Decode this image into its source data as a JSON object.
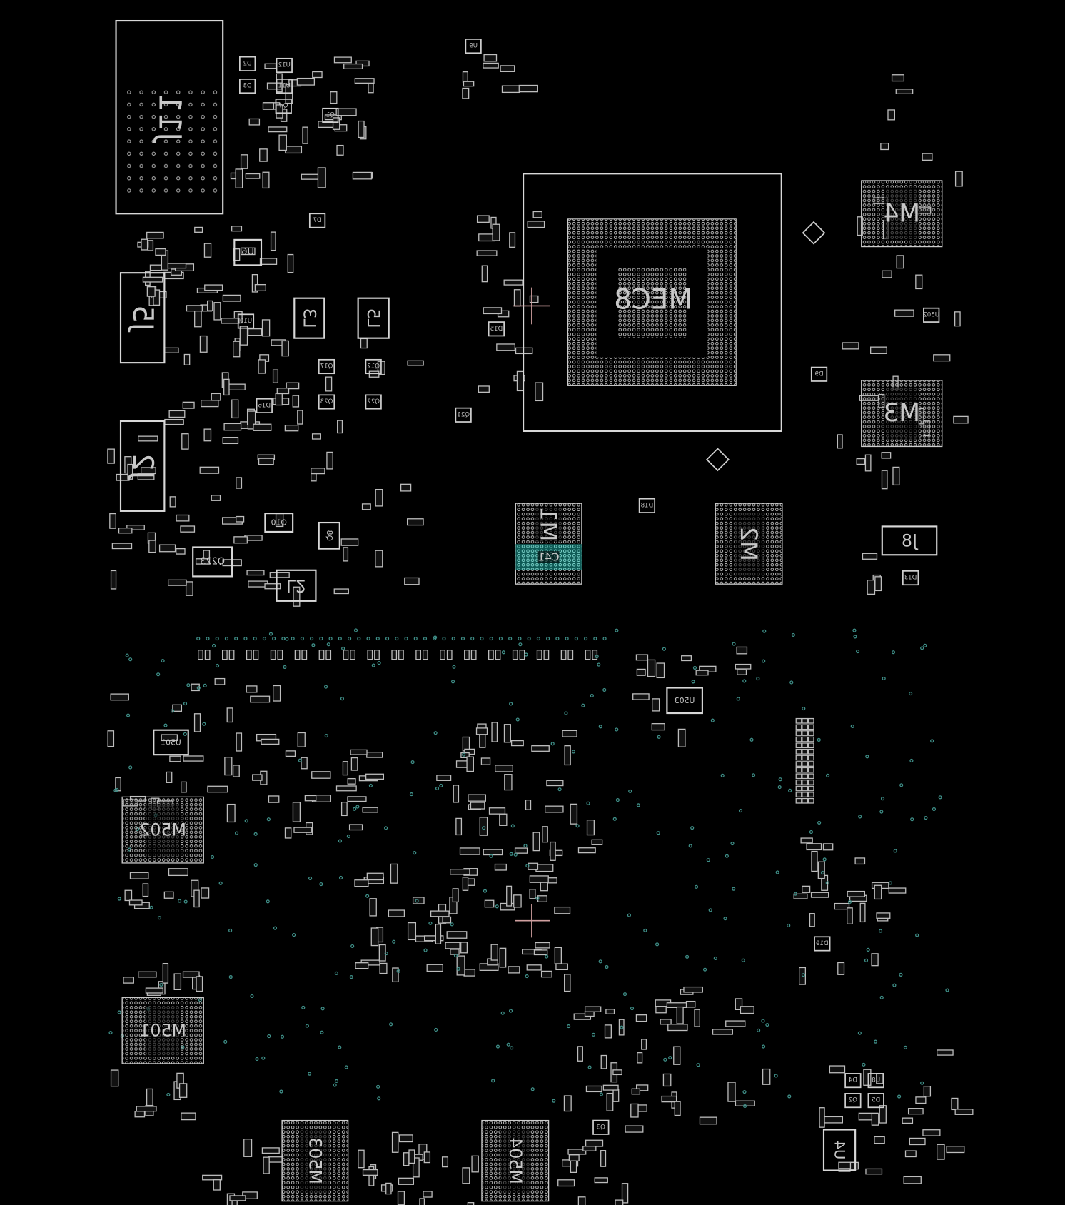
{
  "view": {
    "title": "Boardview - bottom side",
    "highlight_color": "#1f8f88",
    "outline_color": "#cfcfcf",
    "background": "#000000"
  },
  "components": {
    "J11": "J11",
    "J5": "J5",
    "J2": "J2",
    "L3": "L3",
    "L5": "L5",
    "L2": "L2",
    "MEC8": "MEC8",
    "M4": "M4",
    "M3": "M3",
    "M1": "M1",
    "M2": "M2",
    "J8": "J8",
    "M502": "M502",
    "M501": "M501",
    "M503": "M503",
    "M504": "M504",
    "U4": "U4",
    "U501": "U501",
    "U503": "U503",
    "U6": "U6",
    "Q223": "Q223",
    "Q10": "Q10",
    "Q8": "Q8",
    "C41": "C41"
  },
  "small_labels": [
    "D2",
    "D3",
    "U12",
    "U11",
    "Q4",
    "Q1",
    "D7",
    "U9",
    "U10",
    "Q17",
    "Q23",
    "Q12",
    "Q22",
    "Q21",
    "D9",
    "D19",
    "U8",
    "D5",
    "D4",
    "Q2",
    "Q3",
    "U502",
    "D15",
    "D13",
    "D18",
    "D16"
  ]
}
